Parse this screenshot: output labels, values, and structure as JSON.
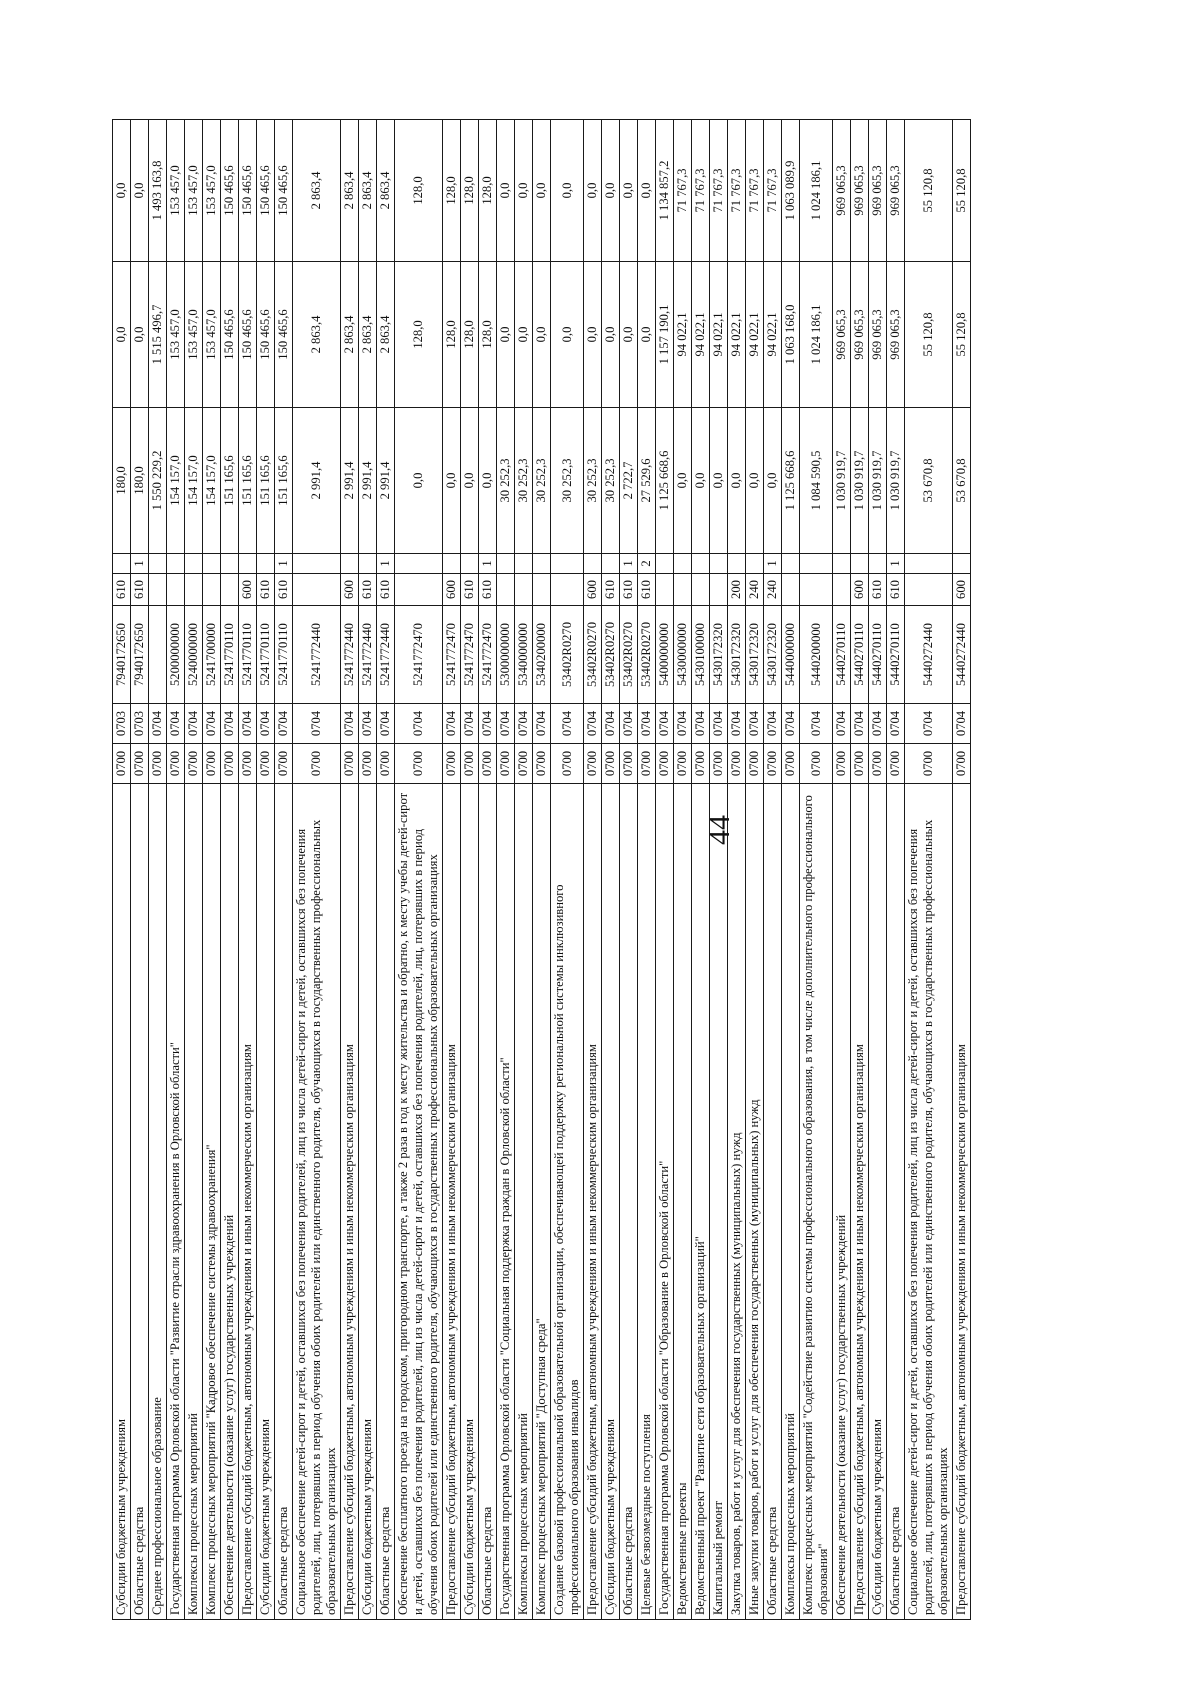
{
  "page_number": "44",
  "rows": [
    {
      "name": "Субсидии бюджетным учреждениям",
      "sec": "0700",
      "sub": "0703",
      "target": "7940172650",
      "exp": "610",
      "k": "",
      "v1": "180,0",
      "v2": "0,0",
      "v3": "0,0"
    },
    {
      "name": "Областные средства",
      "sec": "0700",
      "sub": "0703",
      "target": "7940172650",
      "exp": "610",
      "k": "1",
      "v1": "180,0",
      "v2": "0,0",
      "v3": "0,0"
    },
    {
      "name": "Среднее профессиональное образование",
      "sec": "0700",
      "sub": "0704",
      "target": "",
      "exp": "",
      "k": "",
      "v1": "1 550 229,2",
      "v2": "1 515 496,7",
      "v3": "1 493 163,8"
    },
    {
      "name": "Государственная программа Орловской области \"Развитие отрасли здравоохранения в Орловской области\"",
      "sec": "0700",
      "sub": "0704",
      "target": "5200000000",
      "exp": "",
      "k": "",
      "v1": "154 157,0",
      "v2": "153 457,0",
      "v3": "153 457,0"
    },
    {
      "name": "Комплексы процессных мероприятий",
      "sec": "0700",
      "sub": "0704",
      "target": "5240000000",
      "exp": "",
      "k": "",
      "v1": "154 157,0",
      "v2": "153 457,0",
      "v3": "153 457,0"
    },
    {
      "name": "Комплекс процессных мероприятий \"Кадровое обеспечение системы здравоохранения\"",
      "sec": "0700",
      "sub": "0704",
      "target": "5241700000",
      "exp": "",
      "k": "",
      "v1": "154 157,0",
      "v2": "153 457,0",
      "v3": "153 457,0"
    },
    {
      "name": "Обеспечение деятельности (оказание услуг) государственных учреждений",
      "sec": "0700",
      "sub": "0704",
      "target": "5241770110",
      "exp": "",
      "k": "",
      "v1": "151 165,6",
      "v2": "150 465,6",
      "v3": "150 465,6"
    },
    {
      "name": "Предоставление субсидий бюджетным, автономным учреждениям и иным некоммерческим организациям",
      "sec": "0700",
      "sub": "0704",
      "target": "5241770110",
      "exp": "600",
      "k": "",
      "v1": "151 165,6",
      "v2": "150 465,6",
      "v3": "150 465,6"
    },
    {
      "name": "Субсидии бюджетным учреждениям",
      "sec": "0700",
      "sub": "0704",
      "target": "5241770110",
      "exp": "610",
      "k": "",
      "v1": "151 165,6",
      "v2": "150 465,6",
      "v3": "150 465,6"
    },
    {
      "name": "Областные средства",
      "sec": "0700",
      "sub": "0704",
      "target": "5241770110",
      "exp": "610",
      "k": "1",
      "v1": "151 165,6",
      "v2": "150 465,6",
      "v3": "150 465,6"
    },
    {
      "name": "Социальное обеспечение детей-сирот и детей, оставшихся без попечения родителей, лиц из числа детей-сирот и детей, оставшихся без попечения родителей, лиц, потерявших в период обучения обоих родителей или единственного родителя, обучающихся в государственных профессиональных образовательных организациях",
      "sec": "0700",
      "sub": "0704",
      "target": "5241772440",
      "exp": "",
      "k": "",
      "v1": "2 991,4",
      "v2": "2 863,4",
      "v3": "2 863,4"
    },
    {
      "name": "Предоставление субсидий бюджетным, автономным учреждениям и иным некоммерческим организациям",
      "sec": "0700",
      "sub": "0704",
      "target": "5241772440",
      "exp": "600",
      "k": "",
      "v1": "2 991,4",
      "v2": "2 863,4",
      "v3": "2 863,4"
    },
    {
      "name": "Субсидии бюджетным учреждениям",
      "sec": "0700",
      "sub": "0704",
      "target": "5241772440",
      "exp": "610",
      "k": "",
      "v1": "2 991,4",
      "v2": "2 863,4",
      "v3": "2 863,4"
    },
    {
      "name": "Областные средства",
      "sec": "0700",
      "sub": "0704",
      "target": "5241772440",
      "exp": "610",
      "k": "1",
      "v1": "2 991,4",
      "v2": "2 863,4",
      "v3": "2 863,4"
    },
    {
      "name": "Обеспечение бесплатного проезда на городском, пригородном транспорте, а также 2 раза в год к месту жительства и обратно, к месту учебы детей-сирот и детей, оставшихся без попечения родителей, лиц из числа детей-сирот и детей, оставшихся без попечения родителей, лиц, потерявших в период обучения обоих родителей или единственного родителя, обучающихся в государственных профессиональных образовательных организациях",
      "sec": "0700",
      "sub": "0704",
      "target": "5241772470",
      "exp": "",
      "k": "",
      "v1": "0,0",
      "v2": "128,0",
      "v3": "128,0"
    },
    {
      "name": "Предоставление субсидий бюджетным, автономным учреждениям и иным некоммерческим организациям",
      "sec": "0700",
      "sub": "0704",
      "target": "5241772470",
      "exp": "600",
      "k": "",
      "v1": "0,0",
      "v2": "128,0",
      "v3": "128,0"
    },
    {
      "name": "Субсидии бюджетным учреждениям",
      "sec": "0700",
      "sub": "0704",
      "target": "5241772470",
      "exp": "610",
      "k": "",
      "v1": "0,0",
      "v2": "128,0",
      "v3": "128,0"
    },
    {
      "name": "Областные средства",
      "sec": "0700",
      "sub": "0704",
      "target": "5241772470",
      "exp": "610",
      "k": "1",
      "v1": "0,0",
      "v2": "128,0",
      "v3": "128,0"
    },
    {
      "name": "Государственная программа Орловской области \"Социальная поддержка граждан в Орловской области\"",
      "sec": "0700",
      "sub": "0704",
      "target": "5300000000",
      "exp": "",
      "k": "",
      "v1": "30 252,3",
      "v2": "0,0",
      "v3": "0,0"
    },
    {
      "name": "Комплексы процессных мероприятий",
      "sec": "0700",
      "sub": "0704",
      "target": "5340000000",
      "exp": "",
      "k": "",
      "v1": "30 252,3",
      "v2": "0,0",
      "v3": "0,0"
    },
    {
      "name": "Комплекс процессных мероприятий \"Доступная среда\"",
      "sec": "0700",
      "sub": "0704",
      "target": "5340200000",
      "exp": "",
      "k": "",
      "v1": "30 252,3",
      "v2": "0,0",
      "v3": "0,0"
    },
    {
      "name": "Создание базовой профессиональной образовательной организации, обеспечивающей поддержку региональной системы инклюзивного профессионального образования инвалидов",
      "sec": "0700",
      "sub": "0704",
      "target": "53402R0270",
      "exp": "",
      "k": "",
      "v1": "30 252,3",
      "v2": "0,0",
      "v3": "0,0"
    },
    {
      "name": "Предоставление субсидий бюджетным, автономным учреждениям и иным некоммерческим организациям",
      "sec": "0700",
      "sub": "0704",
      "target": "53402R0270",
      "exp": "600",
      "k": "",
      "v1": "30 252,3",
      "v2": "0,0",
      "v3": "0,0"
    },
    {
      "name": "Субсидии бюджетным учреждениям",
      "sec": "0700",
      "sub": "0704",
      "target": "53402R0270",
      "exp": "610",
      "k": "",
      "v1": "30 252,3",
      "v2": "0,0",
      "v3": "0,0"
    },
    {
      "name": "Областные средства",
      "sec": "0700",
      "sub": "0704",
      "target": "53402R0270",
      "exp": "610",
      "k": "1",
      "v1": "2 722,7",
      "v2": "0,0",
      "v3": "0,0"
    },
    {
      "name": "Целевые безвозмездные поступления",
      "sec": "0700",
      "sub": "0704",
      "target": "53402R0270",
      "exp": "610",
      "k": "2",
      "v1": "27 529,6",
      "v2": "0,0",
      "v3": "0,0"
    },
    {
      "name": "Государственная программа Орловской области \"Образование в Орловской области\"",
      "sec": "0700",
      "sub": "0704",
      "target": "5400000000",
      "exp": "",
      "k": "",
      "v1": "1 125 668,6",
      "v2": "1 157 190,1",
      "v3": "1 134 857,2"
    },
    {
      "name": "Ведомственные проекты",
      "sec": "0700",
      "sub": "0704",
      "target": "5430000000",
      "exp": "",
      "k": "",
      "v1": "0,0",
      "v2": "94 022,1",
      "v3": "71 767,3"
    },
    {
      "name": "Ведомственный проект \"Развитие сети образовательных организаций\"",
      "sec": "0700",
      "sub": "0704",
      "target": "5430100000",
      "exp": "",
      "k": "",
      "v1": "0,0",
      "v2": "94 022,1",
      "v3": "71 767,3"
    },
    {
      "name": "Капитальный ремонт",
      "sec": "0700",
      "sub": "0704",
      "target": "5430172320",
      "exp": "",
      "k": "",
      "v1": "0,0",
      "v2": "94 022,1",
      "v3": "71 767,3"
    },
    {
      "name": "Закупка товаров, работ и услуг для обеспечения государственных (муниципальных) нужд",
      "sec": "0700",
      "sub": "0704",
      "target": "5430172320",
      "exp": "200",
      "k": "",
      "v1": "0,0",
      "v2": "94 022,1",
      "v3": "71 767,3"
    },
    {
      "name": "Иные закупки товаров, работ и услуг для обеспечения государственных (муниципальных) нужд",
      "sec": "0700",
      "sub": "0704",
      "target": "5430172320",
      "exp": "240",
      "k": "",
      "v1": "0,0",
      "v2": "94 022,1",
      "v3": "71 767,3"
    },
    {
      "name": "Областные средства",
      "sec": "0700",
      "sub": "0704",
      "target": "5430172320",
      "exp": "240",
      "k": "1",
      "v1": "0,0",
      "v2": "94 022,1",
      "v3": "71 767,3"
    },
    {
      "name": "Комплексы процессных мероприятий",
      "sec": "0700",
      "sub": "0704",
      "target": "5440000000",
      "exp": "",
      "k": "",
      "v1": "1 125 668,6",
      "v2": "1 063 168,0",
      "v3": "1 063 089,9"
    },
    {
      "name": "Комплекс процессных мероприятий \"Содействие развитию системы профессионального образования, в том числе дополнительного профессионального образования\"",
      "sec": "0700",
      "sub": "0704",
      "target": "5440200000",
      "exp": "",
      "k": "",
      "v1": "1 084 590,5",
      "v2": "1 024 186,1",
      "v3": "1 024 186,1"
    },
    {
      "name": "Обеспечение деятельности (оказание услуг) государственных учреждений",
      "sec": "0700",
      "sub": "0704",
      "target": "5440270110",
      "exp": "",
      "k": "",
      "v1": "1 030 919,7",
      "v2": "969 065,3",
      "v3": "969 065,3"
    },
    {
      "name": "Предоставление субсидий бюджетным, автономным учреждениям и иным некоммерческим организациям",
      "sec": "0700",
      "sub": "0704",
      "target": "5440270110",
      "exp": "600",
      "k": "",
      "v1": "1 030 919,7",
      "v2": "969 065,3",
      "v3": "969 065,3"
    },
    {
      "name": "Субсидии бюджетным учреждениям",
      "sec": "0700",
      "sub": "0704",
      "target": "5440270110",
      "exp": "610",
      "k": "",
      "v1": "1 030 919,7",
      "v2": "969 065,3",
      "v3": "969 065,3"
    },
    {
      "name": "Областные средства",
      "sec": "0700",
      "sub": "0704",
      "target": "5440270110",
      "exp": "610",
      "k": "1",
      "v1": "1 030 919,7",
      "v2": "969 065,3",
      "v3": "969 065,3"
    },
    {
      "name": "Социальное обеспечение детей-сирот и детей, оставшихся без попечения родителей, лиц из числа детей-сирот и детей, оставшихся без попечения родителей, лиц, потерявших в период обучения обоих родителей или единственного родителя, обучающихся в государственных профессиональных образовательных организациях",
      "sec": "0700",
      "sub": "0704",
      "target": "5440272440",
      "exp": "",
      "k": "",
      "v1": "53 670,8",
      "v2": "55 120,8",
      "v3": "55 120,8"
    },
    {
      "name": "Предоставление субсидий бюджетным, автономным учреждениям и иным некоммерческим организациям",
      "sec": "0700",
      "sub": "0704",
      "target": "5440272440",
      "exp": "600",
      "k": "",
      "v1": "53 670,8",
      "v2": "55 120,8",
      "v3": "55 120,8"
    }
  ]
}
